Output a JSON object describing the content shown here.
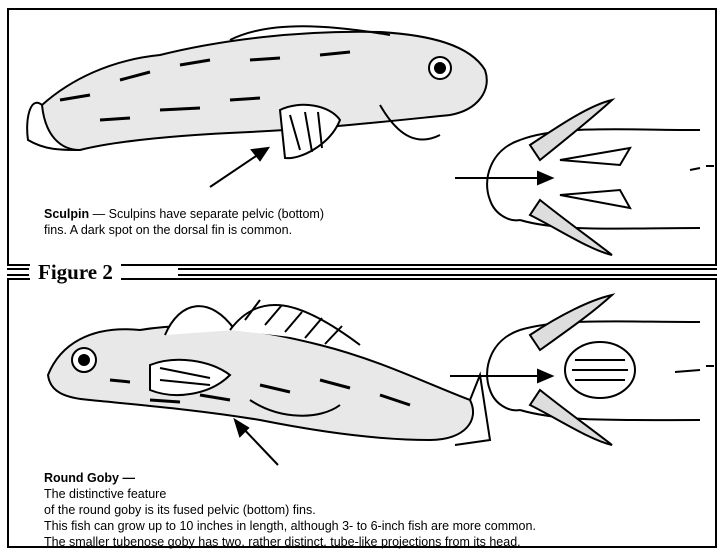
{
  "sculpin": {
    "name": "Sculpin",
    "dash": " — ",
    "line1": "Sculpins have separate pelvic (bottom)",
    "line2": "fins. A dark spot on the dorsal fin is common."
  },
  "figure": {
    "label": "Figure 2"
  },
  "goby": {
    "name": "Round Goby",
    "dash": " —",
    "line1": "The distinctive feature",
    "line2": "of the round goby is its fused pelvic (bottom) fins.",
    "line3": "This fish can grow up to 10 inches in length, although 3- to 6-inch fish are more common.",
    "line4": "The smaller tubenose goby has two, rather distinct, tube-like projections from its head."
  },
  "icons": [
    "sculpin-fish-illustration",
    "sculpin-underside-illustration",
    "round-goby-fish-illustration",
    "round-goby-underside-illustration",
    "pointer-arrow"
  ]
}
